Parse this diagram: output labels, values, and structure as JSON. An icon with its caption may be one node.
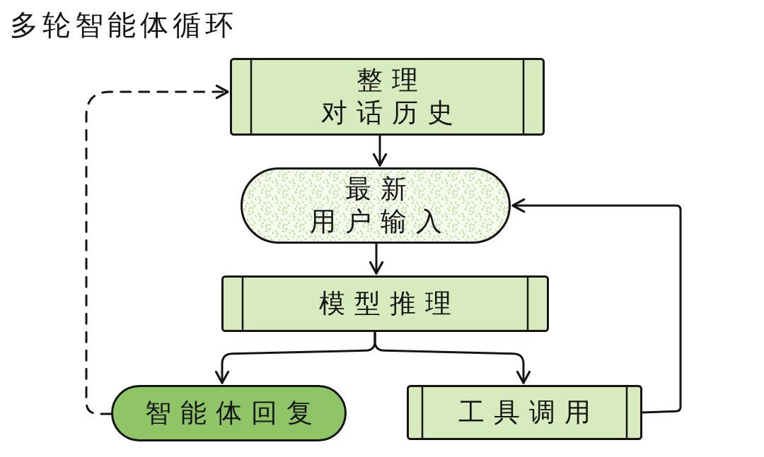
{
  "diagram": {
    "title": "多轮智能体循环",
    "nodes": [
      {
        "text": [
          "整理对话历史"
        ]
      },
      {
        "text": [
          "最新用户输入"
        ]
      },
      {
        "text": [
          "模型推理"
        ]
      },
      {
        "text": [
          "智能体回复"
        ]
      },
      {
        "text": [
          "工具调用"
        ]
      }
    ],
    "edges": [
      {
        "from": 0,
        "to": 1,
        "arrow": "to"
      },
      {
        "from": 1,
        "to": 2,
        "arrow": "to"
      },
      {
        "from": 2,
        "to": 3,
        "arrow": "to"
      },
      {
        "from": 2,
        "to": 4,
        "arrow": "to"
      },
      {
        "from": 4,
        "to": 1,
        "arrow": "to"
      },
      {
        "from": 3,
        "to": 0,
        "arrow": "to",
        "style": "dashed"
      }
    ]
  }
}
